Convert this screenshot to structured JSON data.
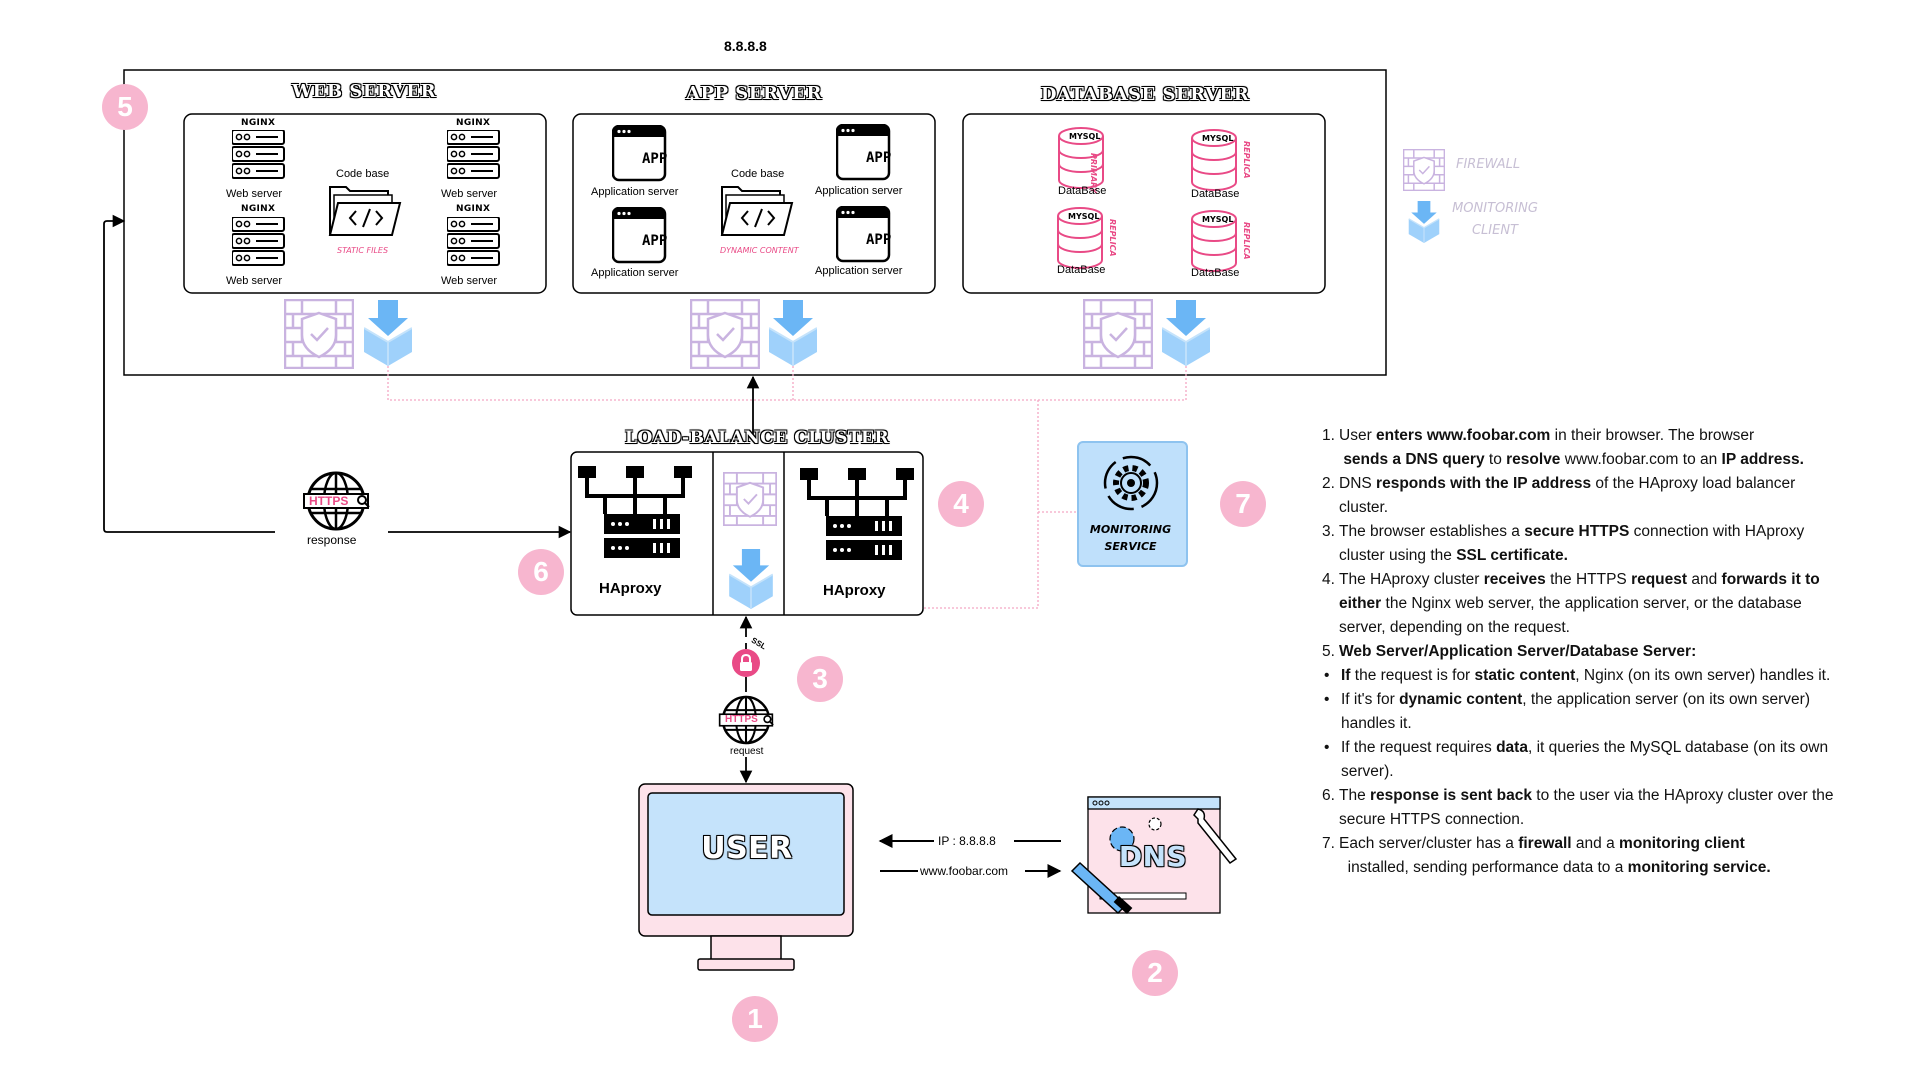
{
  "diagram": {
    "ip_top": "8.8.8.8",
    "sections": {
      "web": {
        "title": "WEB SERVER",
        "nginx": "NGINX",
        "server_label": "Web server",
        "codebase": "Code base",
        "files": "STATIC FILES"
      },
      "app": {
        "title": "APP SERVER",
        "app_icon": "APP",
        "server_label": "Application server",
        "codebase": "Code base",
        "content": "DYNAMIC CONTENT"
      },
      "db": {
        "title": "DATABASE SERVER",
        "mysql": "MYSQL",
        "primary": "PRIMARY",
        "replica": "REPLICA",
        "label": "DataBase"
      }
    },
    "legend": {
      "firewall": "FIREWALL",
      "monitoring_line1": "MONITORING",
      "monitoring_line2": "CLIENT"
    },
    "lb": {
      "title": "LOAD-BALANCE CLUSTER",
      "haproxy": "HAproxy"
    },
    "monitoring_service": {
      "line1": "MONITORING",
      "line2": "SERVICE"
    },
    "https": {
      "icon_text": "HTTPS",
      "response": "response",
      "request": "request",
      "ssl": "SSL"
    },
    "user": {
      "label": "USER"
    },
    "dns": {
      "label": "DNS",
      "ip": "IP : 8.8.8.8",
      "domain": "www.foobar.com"
    },
    "badges": [
      "1",
      "2",
      "3",
      "4",
      "5",
      "6",
      "7"
    ],
    "colors": {
      "pink": "#f7b6cf",
      "hot_pink": "#e94a86",
      "firewall": "#c9b3e0",
      "monitor": "#9fd1fb",
      "monitor_dark": "#6bb6f5",
      "screen": "#c5e3fb",
      "monitor_frame": "#fde2ea"
    }
  },
  "steps": {
    "s1": {
      "n": "1.",
      "a": "User ",
      "b": "enters www.foobar.com",
      "c": " in their browser. The browser",
      "d": "sends a DNS query",
      "e": " to ",
      "f": "resolve",
      "g": " www.foobar.com to an ",
      "h": "IP address."
    },
    "s2": {
      "n": "2.",
      "a": "DNS ",
      "b": "responds with the IP address",
      "c": " of the HAproxy load balancer cluster."
    },
    "s3": {
      "n": "3.",
      "a": "The browser establishes a ",
      "b": "secure HTTPS",
      "c": " connection with HAproxy cluster using the ",
      "d": "SSL certificate."
    },
    "s4": {
      "n": "4.",
      "a": "The HAproxy cluster ",
      "b": "receives",
      "c": " the HTTPS ",
      "d": "request",
      "e": " and ",
      "f": "forwards it to either",
      "g": " the Nginx web server, the application server, or the database server, depending on the request."
    },
    "s5": {
      "n": "5.",
      "b": "Web Server/Application Server/Database Server:"
    },
    "s5a": {
      "bullet": "•",
      "a": "If",
      "b": " the request is for ",
      "c": "static content",
      "d": ", Nginx (on its own server) handles it."
    },
    "s5b": {
      "bullet": "•",
      "a": "If it's for ",
      "b": "dynamic content",
      "c": ", the application server (on its own server) handles it."
    },
    "s5c": {
      "bullet": "•",
      "a": "If the request requires ",
      "b": "data",
      "c": ", it queries the MySQL database (on its own server)."
    },
    "s6": {
      "n": "6.",
      "a": "The ",
      "b": "response is sent back",
      "c": " to the user via the HAproxy cluster over the secure HTTPS connection."
    },
    "s7": {
      "n": "7.",
      "a": "Each server/cluster has a ",
      "b": "firewall",
      "c": " and a ",
      "d": "monitoring client",
      "e": " installed, sending performance data to a ",
      "f": "monitoring service."
    }
  }
}
